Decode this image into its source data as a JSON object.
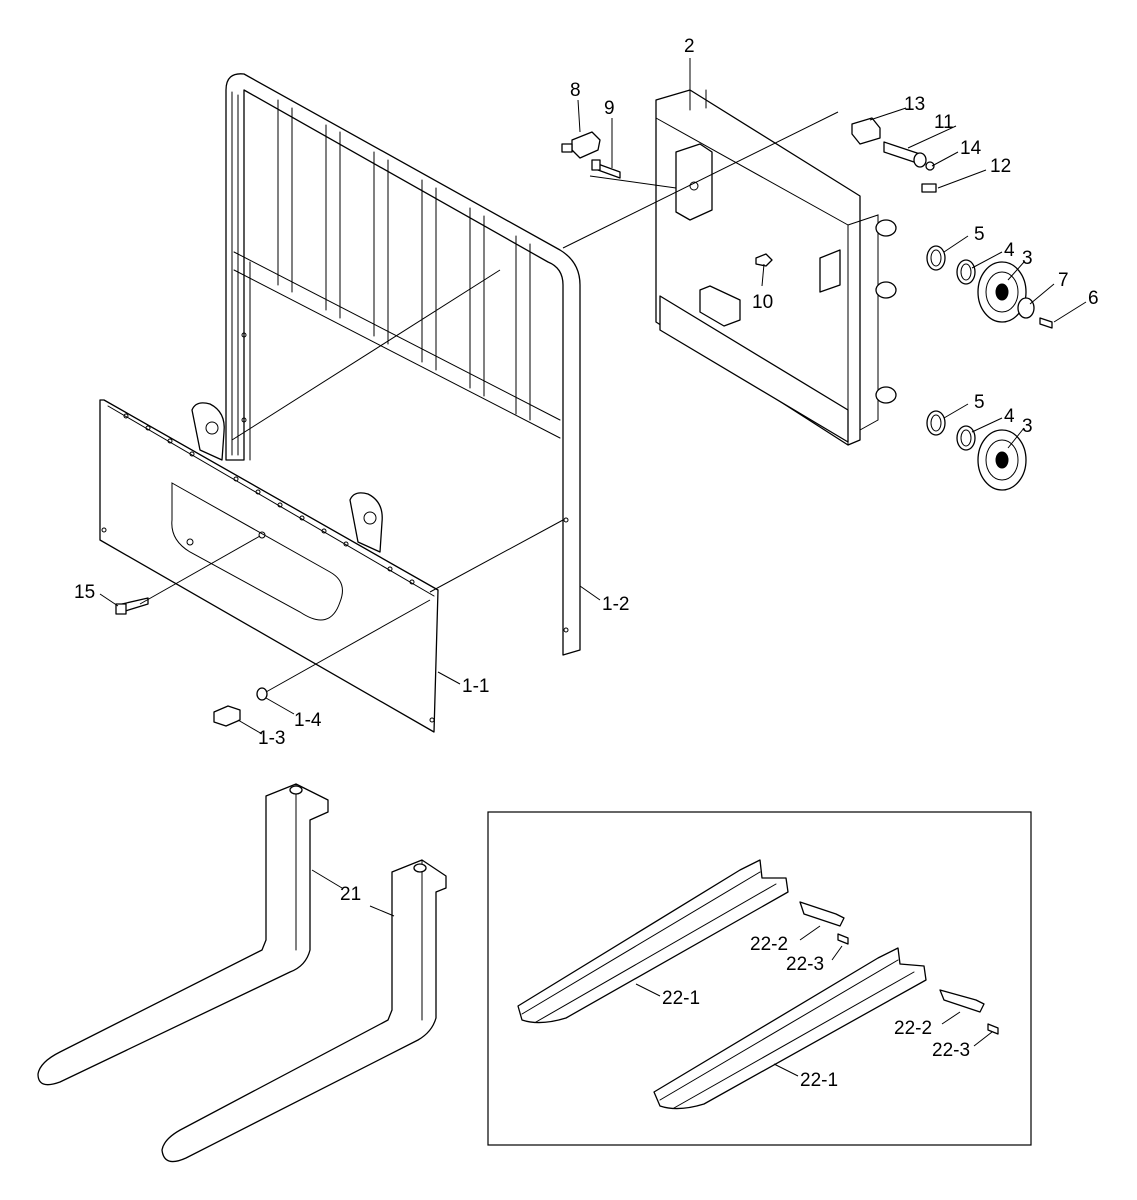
{
  "labels": {
    "p2": "2",
    "p8": "8",
    "p9": "9",
    "p13": "13",
    "p11": "11",
    "p14": "14",
    "p12": "12",
    "p5a": "5",
    "p4a": "4",
    "p3a": "3",
    "p7": "7",
    "p6": "6",
    "p10": "10",
    "p5b": "5",
    "p4b": "4",
    "p3b": "3",
    "p15": "15",
    "p1_2": "1-2",
    "p1_1": "1-1",
    "p1_4": "1-4",
    "p1_3": "1-3",
    "p21": "21",
    "p22_2a": "22-2",
    "p22_3a": "22-3",
    "p22_1a": "22-1",
    "p22_2b": "22-2",
    "p22_3b": "22-3",
    "p22_1b": "22-1"
  }
}
